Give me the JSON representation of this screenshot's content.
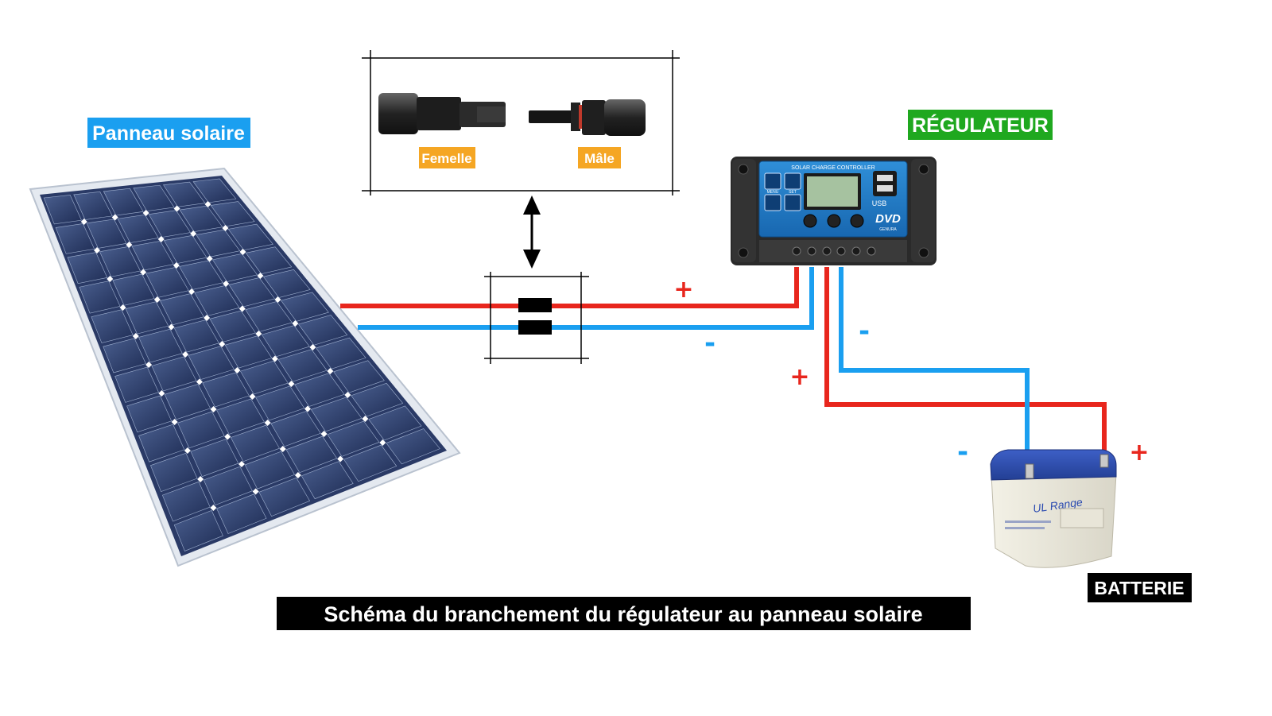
{
  "labels": {
    "panel": "Panneau solaire",
    "regulator": "RÉGULATEUR",
    "battery": "BATTERIE",
    "caption": "Schéma du branchement du régulateur au panneau solaire",
    "female": "Femelle",
    "male": "Mâle"
  },
  "controller": {
    "header": "SOLAR CHARGE CONTROLLER",
    "brand": "DVD",
    "brand_sub": "GENURA",
    "usb": "USB",
    "buttons": [
      "MENU",
      "SET",
      "",
      ""
    ]
  },
  "battery_print": {
    "model": "UL Range"
  },
  "polarity": {
    "plus": "+",
    "minus": "-"
  },
  "colors": {
    "positive_wire": "#e8261d",
    "negative_wire": "#1a9ff0",
    "panel_label_bg": "#1a9ff0",
    "regulator_label_bg": "#1fa81f",
    "connector_label_bg": "#f5a623",
    "dark_label_bg": "#000000"
  }
}
